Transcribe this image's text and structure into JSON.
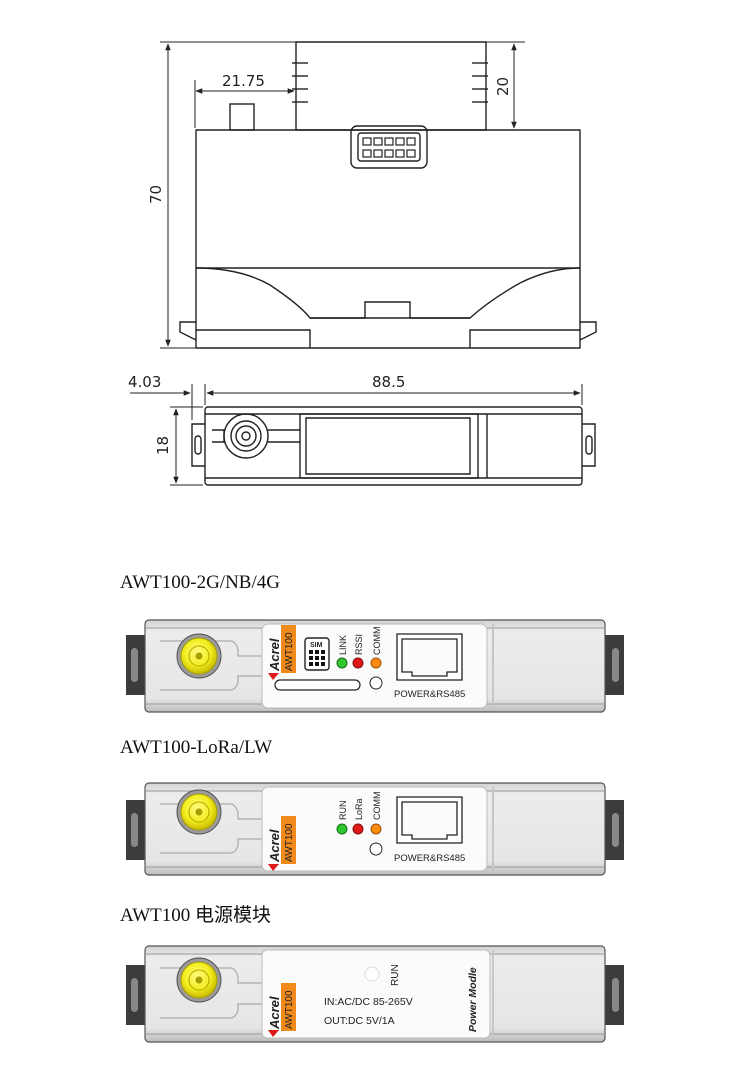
{
  "drawing": {
    "dim_width_top": "21.75",
    "dim_right_top": "20",
    "dim_height_left": "70",
    "dim_offset_left": "4.03",
    "dim_length": "88.5",
    "dim_depth": "18"
  },
  "variants": [
    {
      "caption": "AWT100-2G/NB/4G",
      "brand": "Acrel",
      "model": "AWT100",
      "sim": "SIM",
      "leds": [
        "LINK",
        "RSSI",
        "COMM"
      ],
      "port": "POWER&RS485"
    },
    {
      "caption": "AWT100-LoRa/LW",
      "brand": "Acrel",
      "model": "AWT100",
      "leds": [
        "RUN",
        "LoRa",
        "COMM"
      ],
      "port": "POWER&RS485"
    },
    {
      "caption": "AWT100 电源模块",
      "brand": "Acrel",
      "model": "AWT100",
      "led": "RUN",
      "input": "IN:AC/DC 85-265V",
      "output": "OUT:DC 5V/1A",
      "side_label": "Power Modle"
    }
  ],
  "colors": {
    "led_green": "#2ec82e",
    "led_red": "#e01818",
    "led_orange": "#ff8a10",
    "model_tag": "#f08a1c",
    "antenna": "#f3ee20",
    "body": "#e4e4e4",
    "bracket": "#3c3c3c"
  }
}
